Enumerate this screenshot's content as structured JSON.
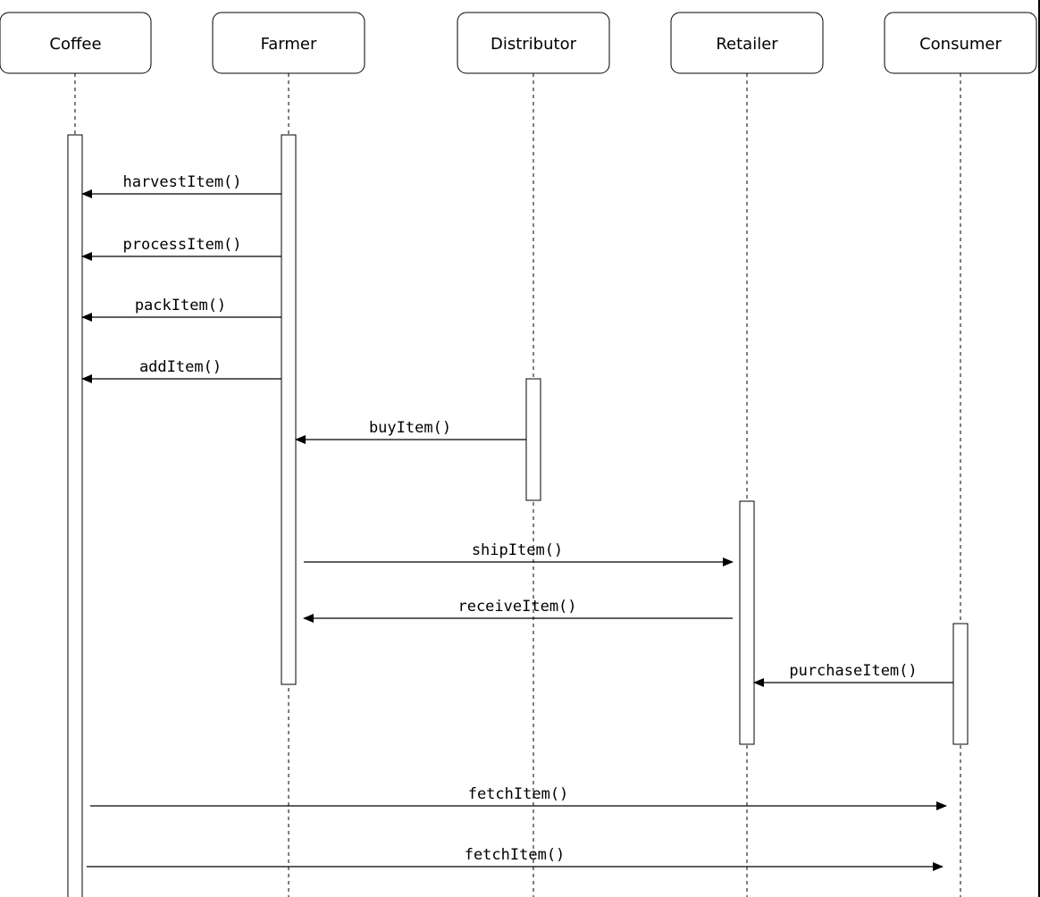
{
  "diagram": {
    "participants": [
      {
        "id": "coffee",
        "label": "Coffee"
      },
      {
        "id": "farmer",
        "label": "Farmer"
      },
      {
        "id": "distributor",
        "label": "Distributor"
      },
      {
        "id": "retailer",
        "label": "Retailer"
      },
      {
        "id": "consumer",
        "label": "Consumer"
      }
    ],
    "messages": [
      {
        "label": "harvestItem()",
        "from": "farmer",
        "to": "coffee"
      },
      {
        "label": "processItem()",
        "from": "farmer",
        "to": "coffee"
      },
      {
        "label": "packItem()",
        "from": "farmer",
        "to": "coffee"
      },
      {
        "label": "addItem()",
        "from": "farmer",
        "to": "coffee"
      },
      {
        "label": "buyItem()",
        "from": "distributor",
        "to": "farmer"
      },
      {
        "label": "shipItem()",
        "from": "farmer",
        "to": "retailer"
      },
      {
        "label": "receiveItem()",
        "from": "retailer",
        "to": "farmer"
      },
      {
        "label": "purchaseItem()",
        "from": "consumer",
        "to": "retailer"
      },
      {
        "label": "fetchItem()",
        "from": "coffee",
        "to": "consumer"
      },
      {
        "label": "fetchItem()",
        "from": "coffee",
        "to": "consumer"
      }
    ]
  }
}
